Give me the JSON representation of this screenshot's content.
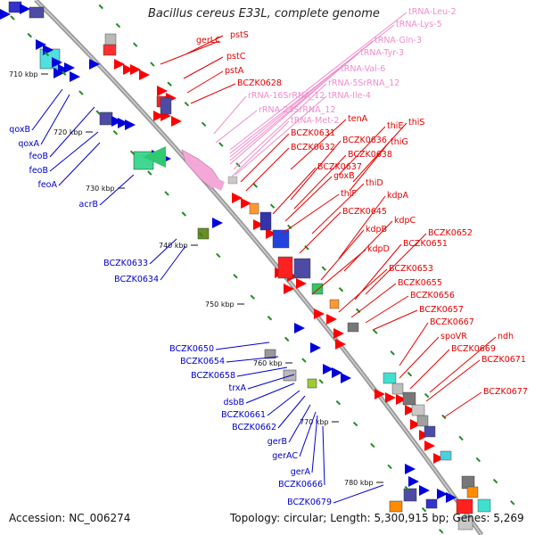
{
  "header": {
    "title": "Bacillus cereus E33L, complete genome"
  },
  "footer": {
    "accession": "Accession: NC_006274",
    "topology": "Topology: circular; Length: 5,300,915 bp; Genes: 5,269"
  },
  "colors": {
    "backbone": "#9a9a9a",
    "forward_label": "#e60000",
    "reverse_label": "#0000cc",
    "rna_label": "#f08ccc",
    "tick": "#228b22"
  },
  "kbp_labels": [
    "710 kbp",
    "720 kbp",
    "730 kbp",
    "740 kbp",
    "750 kbp",
    "760 kbp",
    "770 kbp",
    "780 kbp"
  ],
  "labels": {
    "red": [
      "pstS",
      "gerLC",
      "pstC",
      "pstA",
      "BCZK0628",
      "tenA",
      "BCZK0631",
      "thiE",
      "thiS",
      "BCZK0632",
      "BCZK0636",
      "thiG",
      "BCZK0638",
      "BCZK0637",
      "goxB",
      "thiD",
      "thiF",
      "kdpA",
      "BCZK0645",
      "kdpC",
      "kdpB",
      "BCZK0652",
      "BCZK0651",
      "kdpD",
      "BCZK0653",
      "BCZK0655",
      "BCZK0656",
      "BCZK0657",
      "BCZK0667",
      "spoVR",
      "ndh",
      "BCZK0669",
      "BCZK0671",
      "BCZK0677"
    ],
    "pink": [
      "tRNA-Leu-2",
      "tRNA-Lys-5",
      "tRNA-Gln-3",
      "tRNA-Tyr-3",
      "tRNA-Val-6",
      "rRNA-5SrRNA_12",
      "rRNA-16SrRNA_12",
      "tRNA-Ile-4",
      "rRNA-23SrRNA_12",
      "tRNA-Met-2"
    ],
    "blue": [
      "qoxB",
      "qoxA",
      "feoB",
      "feoB",
      "feoA",
      "acrB",
      "BCZK0633",
      "BCZK0634",
      "BCZK0650",
      "BCZK0654",
      "BCZK0658",
      "trxA",
      "dsbB",
      "BCZK0661",
      "BCZK0662",
      "gerB",
      "gerAC",
      "gerA",
      "BCZK0666",
      "BCZK0679"
    ]
  }
}
